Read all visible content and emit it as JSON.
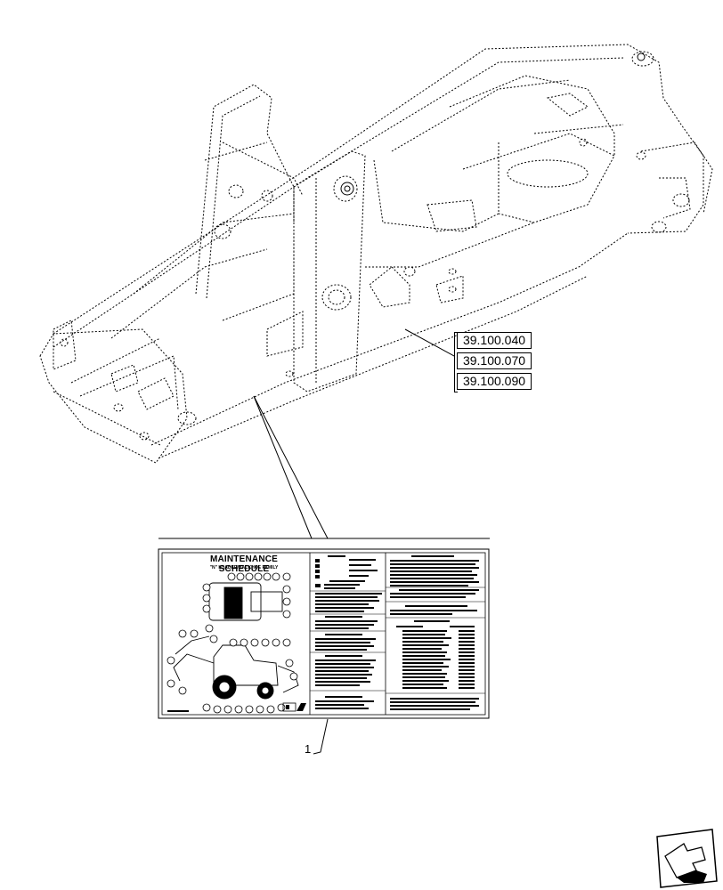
{
  "references": [
    "39.100.040",
    "39.100.070",
    "39.100.090"
  ],
  "callout_label": "1",
  "decal": {
    "title": "MAINTENANCE SCHEDULE",
    "subtitle": "\"N\" LOADER/BACKHOE FAMILY"
  },
  "icons": {
    "navigation": "next-page-arrow-icon"
  }
}
